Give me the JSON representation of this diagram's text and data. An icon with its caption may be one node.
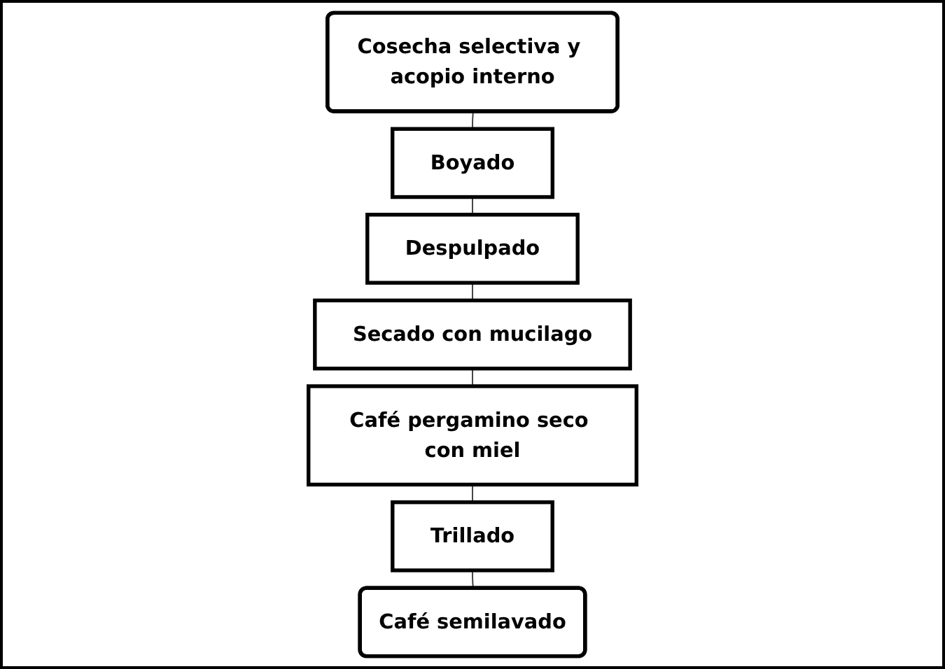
{
  "diagram": {
    "nodes": [
      {
        "text": [
          "Cosecha selectiva y acopio interno"
        ]
      },
      {
        "text": [
          "Boyado"
        ]
      },
      {
        "text": [
          "Despulpado"
        ]
      },
      {
        "text": [
          "Secado con mucilago"
        ]
      },
      {
        "text": [
          "Café pergamino seco con miel"
        ]
      },
      {
        "text": [
          "Trillado"
        ]
      },
      {
        "text": [
          "Café semilavado"
        ]
      }
    ],
    "edges": [
      {
        "from": 0,
        "to": 1,
        "arrow": "none"
      },
      {
        "from": 1,
        "to": 2,
        "arrow": "none"
      },
      {
        "from": 2,
        "to": 3,
        "arrow": "none"
      },
      {
        "from": 3,
        "to": 4,
        "arrow": "none"
      },
      {
        "from": 4,
        "to": 5,
        "arrow": "none"
      },
      {
        "from": 5,
        "to": 6,
        "arrow": "none"
      }
    ]
  }
}
